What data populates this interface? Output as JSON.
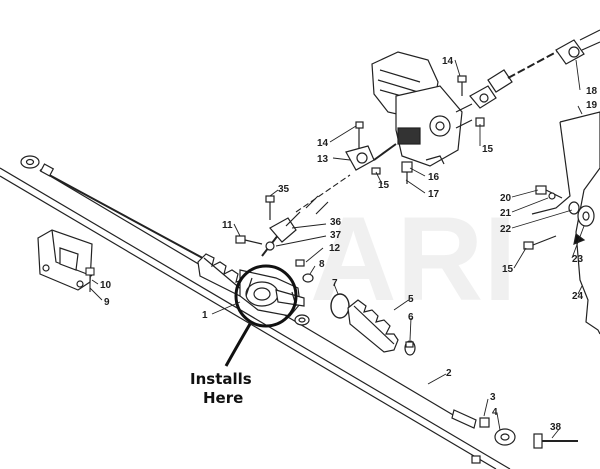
{
  "diagram": {
    "watermark": "ARI",
    "callout": {
      "line1": "Installs",
      "line2": "Here"
    },
    "labels": {
      "n1": "1",
      "n2": "2",
      "n3": "3",
      "n4": "4",
      "n5": "5",
      "n6": "6",
      "n7": "7",
      "n8": "8",
      "n9": "9",
      "n10": "10",
      "n11": "11",
      "n12": "12",
      "n13": "13",
      "n14a": "14",
      "n14b": "14",
      "n15a": "15",
      "n15b": "15",
      "n15c": "15",
      "n16": "16",
      "n17": "17",
      "n18": "18",
      "n19": "19",
      "n20": "20",
      "n21": "21",
      "n22": "22",
      "n23": "23",
      "n24": "24",
      "n35": "35",
      "n36": "36",
      "n37": "37",
      "n38": "38"
    }
  }
}
